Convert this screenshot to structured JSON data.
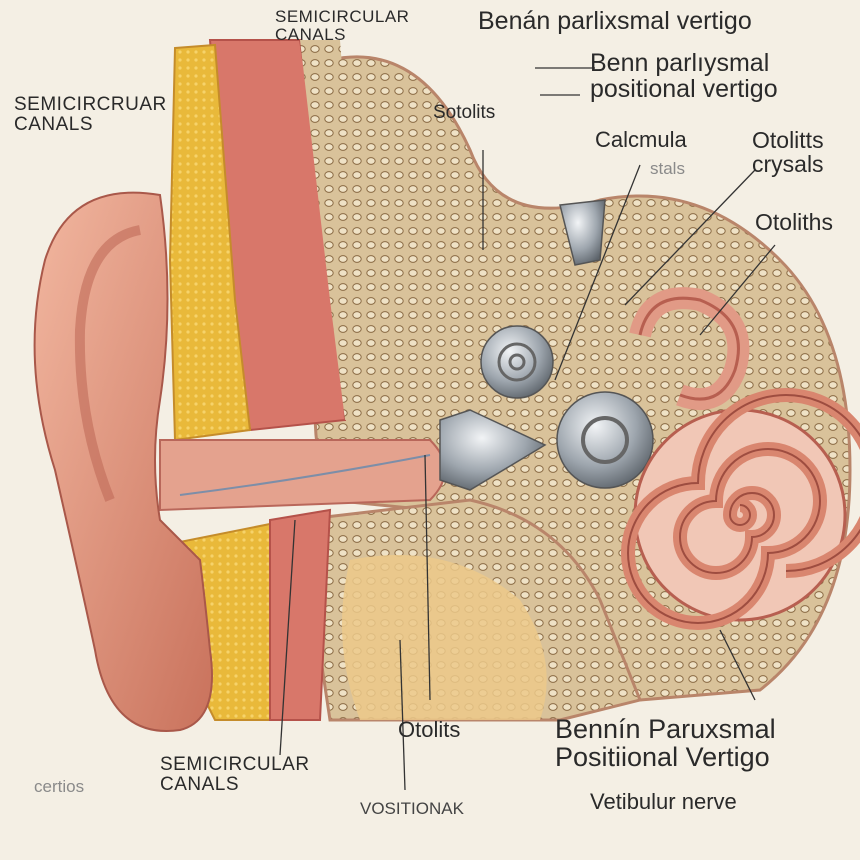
{
  "labels": {
    "header_title": "Benán parlixsmal vertigo",
    "top_semicircular": "SEMICIRCULAR\nCANALS",
    "left_semicircular": "SEMICIRCRUAR\nCANALS",
    "benign_top": "Benn parlıysmal\npositional vertigo",
    "sotolits": "Sotolits",
    "calcmula": "Calcmula",
    "stals": "stals",
    "otolitts_crystals": "Otolitts\ncrysals",
    "otoliths_right": "Otoliths",
    "otolits_bottom": "Otolits",
    "semicircular_bottom": "SEMICIRCULAR\nCANALS",
    "certios": "certios",
    "vositional": "VOSITIONAK",
    "benign_bottom": "Bennín Paruxsmal\nPositiional Vertigo",
    "vestibular": "Vetibulur nerve"
  }
}
